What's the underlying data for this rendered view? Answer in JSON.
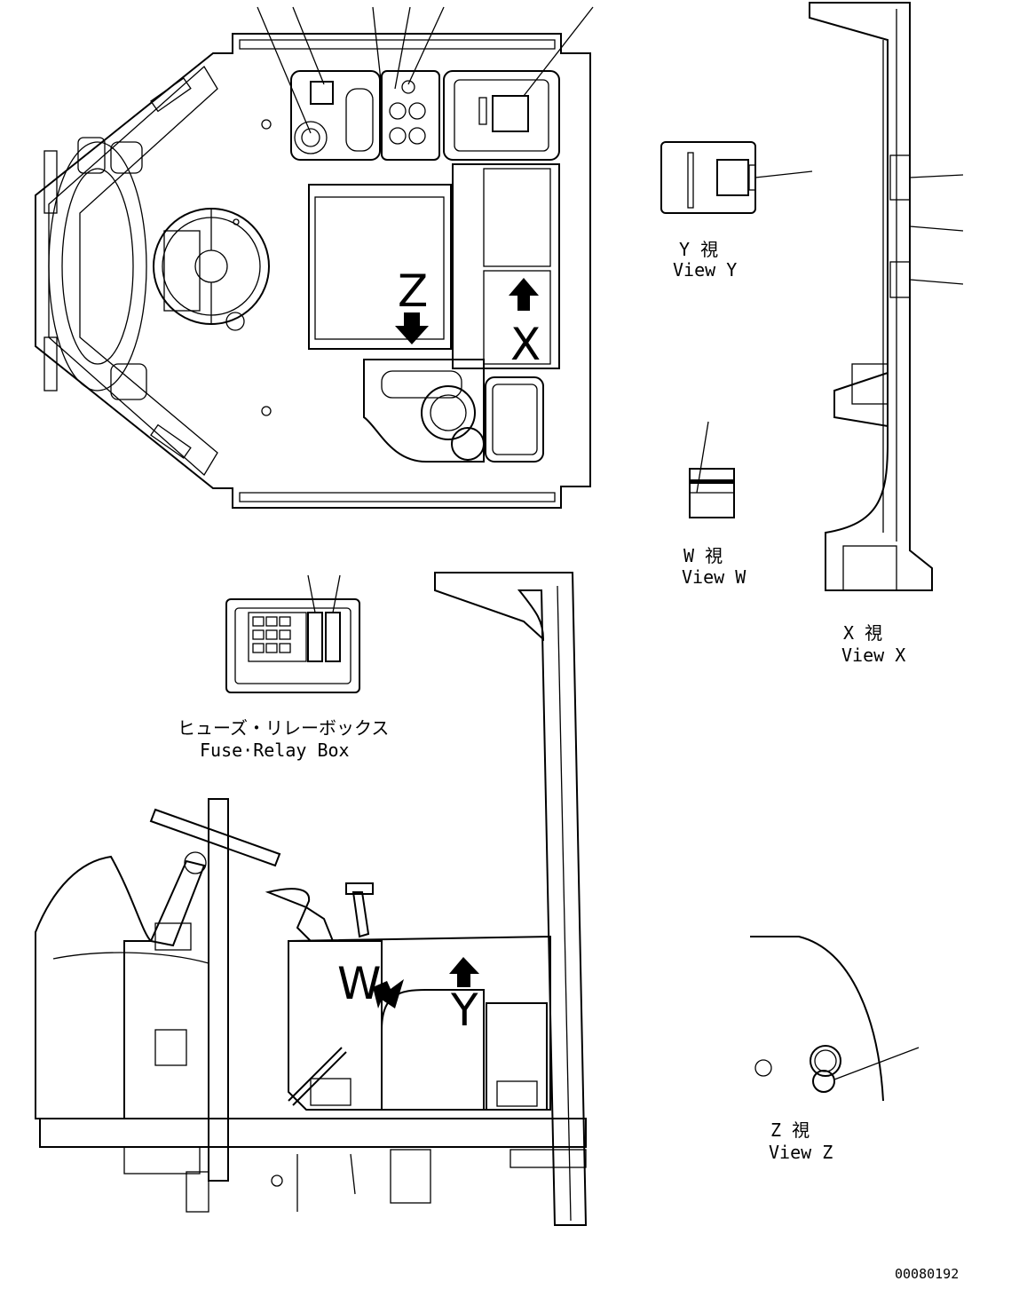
{
  "markers": {
    "z": "Z",
    "x": "X",
    "w": "W",
    "y": "Y"
  },
  "views": {
    "y_jp": "Y 視",
    "y_en": "View Y",
    "w_jp": "W 視",
    "w_en": "View W",
    "x_jp": "X 視",
    "x_en": "View X",
    "z_jp": "Z 視",
    "z_en": "View Z"
  },
  "fuse_box": {
    "jp": "ヒューズ・リレーボックス",
    "en": "Fuse·Relay Box"
  },
  "drawing_code": "00080192"
}
